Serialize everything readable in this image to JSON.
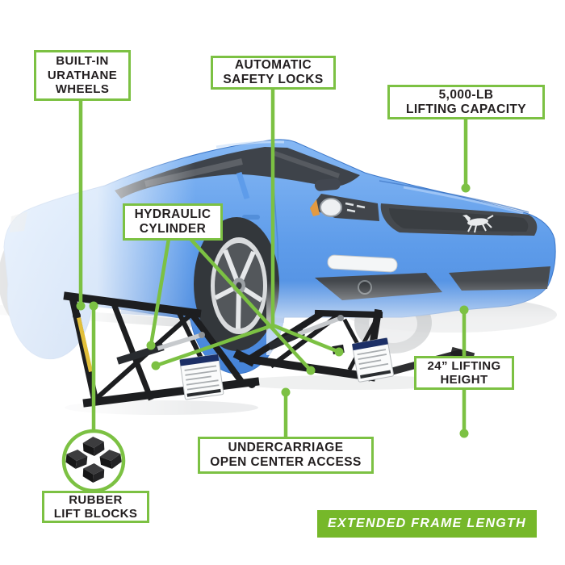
{
  "colors": {
    "accent_green": "#7cc143",
    "banner_green": "#76b82a",
    "label_text": "#231f20",
    "car_blue": "#5e9cea",
    "lift_black": "#1d1e20"
  },
  "callouts": {
    "built_in_urathane_wheels": {
      "line1": "BUILT-IN",
      "line2": "URATHANE",
      "line3": "WHEELS"
    },
    "automatic_safety_locks": {
      "line1": "AUTOMATIC",
      "line2": "SAFETY LOCKS"
    },
    "lifting_capacity": {
      "line1": "5,000-LB",
      "line2": "LIFTING CAPACITY"
    },
    "hydraulic_cylinder": {
      "line1": "HYDRAULIC",
      "line2": "CYLINDER"
    },
    "lifting_height": {
      "line1": "24” LIFTING",
      "line2": "HEIGHT"
    },
    "undercarriage_access": {
      "line1": "UNDERCARRIAGE",
      "line2": "OPEN CENTER ACCESS"
    },
    "rubber_lift_blocks": {
      "line1": "RUBBER",
      "line2": "LIFT BLOCKS"
    }
  },
  "banner": {
    "label": "EXTENDED FRAME LENGTH"
  }
}
